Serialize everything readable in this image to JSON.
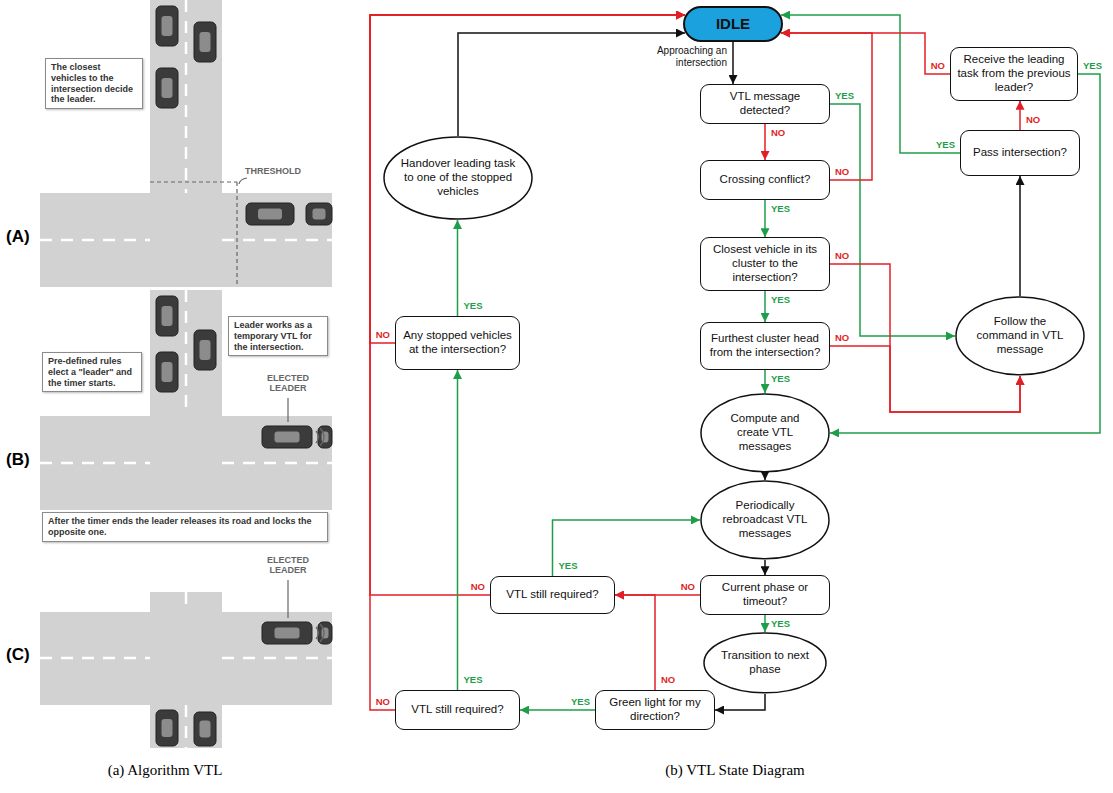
{
  "diagram": {
    "nodes": [
      {
        "text": [
          "The closest vehicles to the intersection decide the leader."
        ]
      },
      {
        "text": [
          "Pre-defined rules elect a \"leader\" and the timer starts."
        ]
      },
      {
        "text": [
          "Leader works as a temporary VTL for the intersection."
        ]
      },
      {
        "text": [
          "After the timer ends the leader releases its road and locks the opposite one."
        ]
      },
      {
        "text": [
          "IDLE"
        ]
      },
      {
        "text": [
          "VTL message detected?"
        ]
      },
      {
        "text": [
          "Crossing conflict?"
        ]
      },
      {
        "text": [
          "Closest vehicle in its cluster to the intersection?"
        ]
      },
      {
        "text": [
          "Furthest cluster head from the intersection?"
        ]
      },
      {
        "text": [
          "Compute and create VTL messages"
        ]
      },
      {
        "text": [
          "Periodically rebroadcast VTL messages"
        ]
      },
      {
        "text": [
          "Current phase or timeout?"
        ]
      },
      {
        "text": [
          "VTL still required?"
        ]
      },
      {
        "text": [
          "Transition to next phase"
        ]
      },
      {
        "text": [
          "Green light for my direction?"
        ]
      },
      {
        "text": [
          "VTL still required?"
        ]
      },
      {
        "text": [
          "Any stopped vehicles at the intersection?"
        ]
      },
      {
        "text": [
          "Handover leading task to one of the stopped vehicles"
        ]
      },
      {
        "text": [
          "Follow the command in VTL message"
        ]
      },
      {
        "text": [
          "Pass intersection?"
        ]
      },
      {
        "text": [
          "Receive the leading task from the previous leader?"
        ]
      }
    ],
    "edges": [
      {
        "from": 4,
        "to": 5,
        "arrow": "to",
        "label": "Approaching an intersection"
      },
      {
        "from": 5,
        "to": 6,
        "arrow": "to",
        "label": "NO"
      },
      {
        "from": 5,
        "to": 18,
        "arrow": "to",
        "label": "YES"
      },
      {
        "from": 6,
        "to": 4,
        "arrow": "to",
        "label": "NO"
      },
      {
        "from": 6,
        "to": 7,
        "arrow": "to",
        "label": "YES"
      },
      {
        "from": 7,
        "to": 8,
        "arrow": "to",
        "label": "YES"
      },
      {
        "from": 7,
        "to": 18,
        "arrow": "to",
        "label": "NO"
      },
      {
        "from": 8,
        "to": 9,
        "arrow": "to",
        "label": "YES"
      },
      {
        "from": 8,
        "to": 18,
        "arrow": "to",
        "label": "NO"
      },
      {
        "from": 9,
        "to": 10,
        "arrow": "to"
      },
      {
        "from": 10,
        "to": 11,
        "arrow": "to"
      },
      {
        "from": 11,
        "to": 13,
        "arrow": "to",
        "label": "YES"
      },
      {
        "from": 11,
        "to": 12,
        "arrow": "to",
        "label": "NO"
      },
      {
        "from": 12,
        "to": 10,
        "arrow": "to",
        "label": "YES"
      },
      {
        "from": 12,
        "to": 4,
        "arrow": "to",
        "label": "NO"
      },
      {
        "from": 13,
        "to": 14,
        "arrow": "to"
      },
      {
        "from": 14,
        "to": 12,
        "arrow": "to",
        "label": "NO"
      },
      {
        "from": 14,
        "to": 15,
        "arrow": "to",
        "label": "YES"
      },
      {
        "from": 15,
        "to": 16,
        "arrow": "to",
        "label": "YES"
      },
      {
        "from": 15,
        "to": 4,
        "arrow": "to",
        "label": "NO"
      },
      {
        "from": 16,
        "to": 17,
        "arrow": "to",
        "label": "YES"
      },
      {
        "from": 16,
        "to": 4,
        "arrow": "to",
        "label": "NO"
      },
      {
        "from": 17,
        "to": 4,
        "arrow": "to"
      },
      {
        "from": 18,
        "to": 19,
        "arrow": "to"
      },
      {
        "from": 19,
        "to": 4,
        "arrow": "to",
        "label": "YES"
      },
      {
        "from": 19,
        "to": 20,
        "arrow": "to",
        "label": "NO"
      },
      {
        "from": 20,
        "to": 4,
        "arrow": "to",
        "label": "NO"
      },
      {
        "from": 20,
        "to": 9,
        "arrow": "to",
        "label": "YES"
      }
    ],
    "labels": [
      "(A)",
      "(B)",
      "(C)",
      "THRESHOLD",
      "ELECTED LEADER",
      "ELECTED LEADER",
      "(a) Algorithm VTL",
      "(b) VTL State Diagram"
    ]
  }
}
